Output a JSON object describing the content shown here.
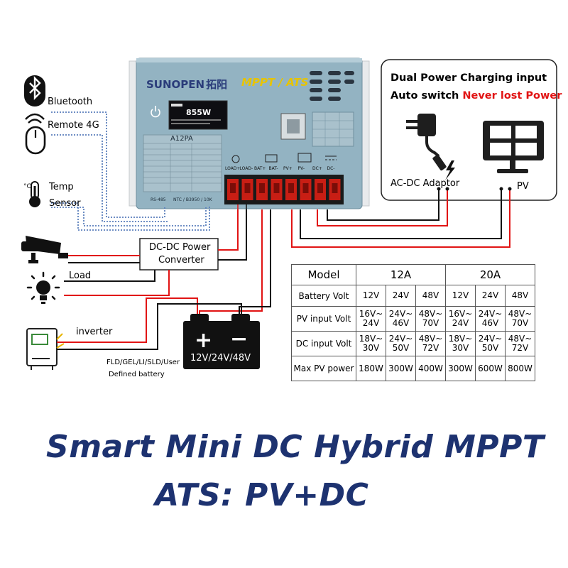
{
  "controller": {
    "brand": "SUNOPEN",
    "brand_cn": "拓阳",
    "mode": "MPPT / ATS",
    "model": "A12PA",
    "display_value": "855W",
    "bottom_left": "RS-485",
    "bottom_right": "NTC / B3950 / 10K",
    "terminals": [
      "LOAD+",
      "LOAD-",
      "BAT+",
      "BAT-",
      "PV+",
      "PV-",
      "DC+",
      "DC-"
    ]
  },
  "left_devices": {
    "bluetooth": "Bluetooth",
    "remote": "Remote 4G",
    "temp": "Temp",
    "sensor": "Sensor",
    "load": "Load",
    "inverter": "inverter"
  },
  "converter": {
    "line1": "DC-DC Power",
    "line2": "Converter"
  },
  "battery": {
    "plus": "+",
    "minus": "−",
    "voltage": "12V/24V/48V",
    "types_line1": "FLD/GEL/LI/SLD/User",
    "types_line2": "Defined battery"
  },
  "dual_box": {
    "line1": "Dual Power Charging input",
    "line2_prefix": "Auto switch ",
    "line2_highlight": "Never lost Power",
    "adaptor": "AC-DC Adaptor",
    "pv": "PV"
  },
  "spec_table": {
    "model_header": "Model",
    "group_headers": [
      "12A",
      "20A"
    ],
    "rows": [
      {
        "label": "Battery Volt",
        "values": [
          "12V",
          "24V",
          "48V",
          "12V",
          "24V",
          "48V"
        ]
      },
      {
        "label": "PV input Volt",
        "values": [
          "16V~\n24V",
          "24V~\n46V",
          "48V~\n70V",
          "16V~\n24V",
          "24V~\n46V",
          "48V~\n70V"
        ]
      },
      {
        "label": "DC input Volt",
        "values": [
          "18V~\n30V",
          "24V~\n50V",
          "48V~\n72V",
          "18V~\n30V",
          "24V~\n50V",
          "48V~\n72V"
        ]
      },
      {
        "label": "Max PV power",
        "values": [
          "180W",
          "300W",
          "400W",
          "300W",
          "600W",
          "800W"
        ]
      }
    ]
  },
  "headline": {
    "title": "Smart Mini DC Hybrid MPPT",
    "subtitle": "ATS:  PV+DC"
  },
  "colors": {
    "controller_body": "#93b3c2",
    "title_blue": "#1d3270",
    "wire_red": "#e11414",
    "wire_black": "#111111",
    "terminal_red": "#c81e14"
  }
}
